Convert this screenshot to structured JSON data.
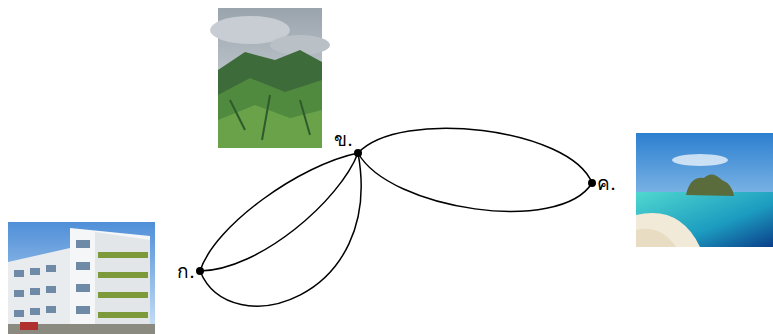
{
  "diagram": {
    "nodes": [
      {
        "text": [
          "ก."
        ]
      },
      {
        "text": [
          "ข."
        ]
      },
      {
        "text": [
          "ค."
        ]
      }
    ],
    "edges": [
      {
        "from": 0,
        "to": 1,
        "arrow": "none"
      },
      {
        "from": 0,
        "to": 1,
        "arrow": "none"
      },
      {
        "from": 0,
        "to": 1,
        "arrow": "none"
      },
      {
        "from": 1,
        "to": 2,
        "arrow": "none"
      },
      {
        "from": 1,
        "to": 2,
        "arrow": "none"
      }
    ]
  }
}
